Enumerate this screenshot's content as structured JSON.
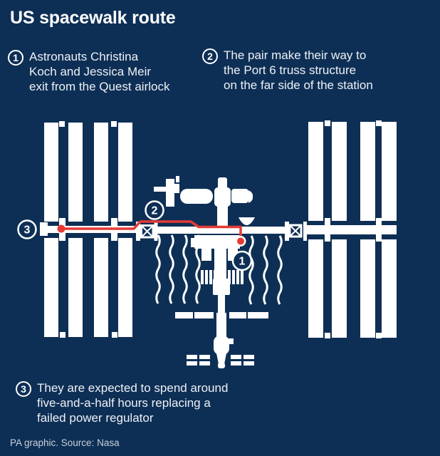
{
  "title": "US spacewalk route",
  "colors": {
    "background": "#0e2f55",
    "shape_white": "#ffffff",
    "route_red": "#e53a35",
    "body_text": "#edf1f6",
    "footer_text": "#c9d1dc"
  },
  "annotations": [
    {
      "num": "1",
      "lines": [
        "Astronauts Christina",
        "Koch and Jessica Meir",
        "exit from the Quest airlock"
      ]
    },
    {
      "num": "2",
      "lines": [
        "The pair make their way to",
        "the Port 6 truss structure",
        "on the far side of the station"
      ]
    },
    {
      "num": "3",
      "lines": [
        "They are expected to spend around",
        "five-and-a-half hours replacing a",
        "failed power regulator"
      ]
    }
  ],
  "diagram_markers": [
    {
      "label": "1"
    },
    {
      "label": "2"
    },
    {
      "label": "3"
    }
  ],
  "footer": "PA graphic. Source: Nasa"
}
